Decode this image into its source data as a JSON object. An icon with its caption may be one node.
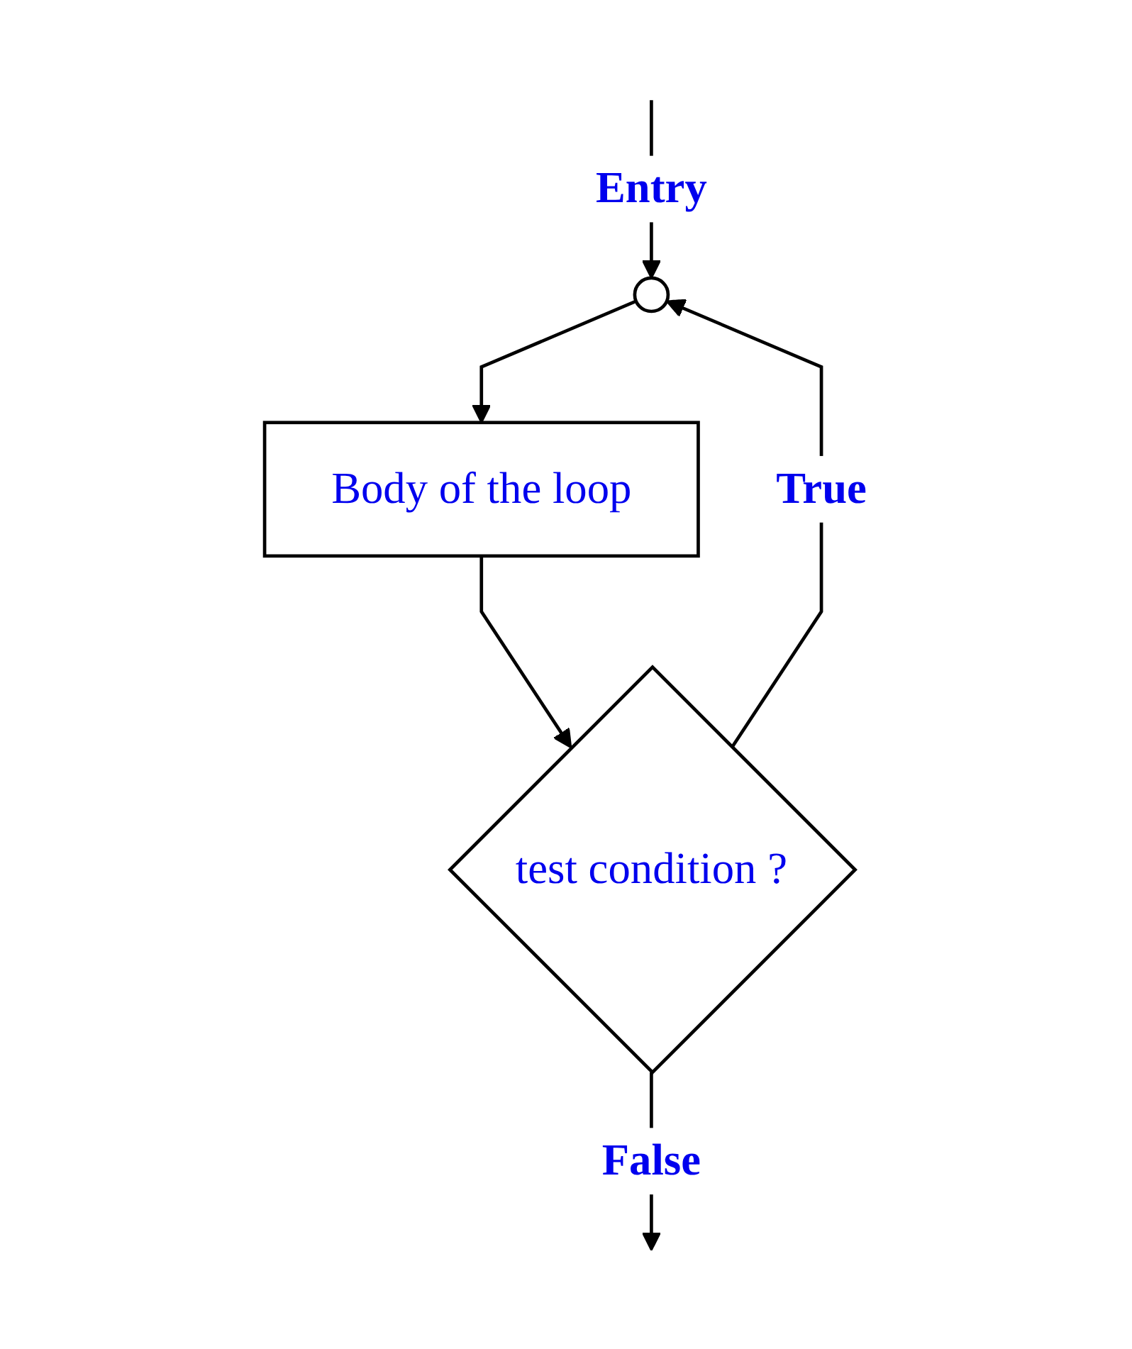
{
  "diagram": {
    "nodes": [
      {
        "text": [],
        "shape": "circle"
      },
      {
        "text": [
          "Body of the loop"
        ]
      },
      {
        "text": [
          "test condition ?"
        ]
      }
    ],
    "edges": [
      {
        "from": null,
        "to": 0,
        "arrow": "to",
        "label": "Entry"
      },
      {
        "from": 0,
        "to": 1,
        "arrow": "to"
      },
      {
        "from": 1,
        "to": 2,
        "arrow": "to"
      },
      {
        "from": 2,
        "to": 0,
        "arrow": "to",
        "label": "True"
      },
      {
        "from": 2,
        "to": null,
        "arrow": "to",
        "label": "False"
      }
    ]
  }
}
